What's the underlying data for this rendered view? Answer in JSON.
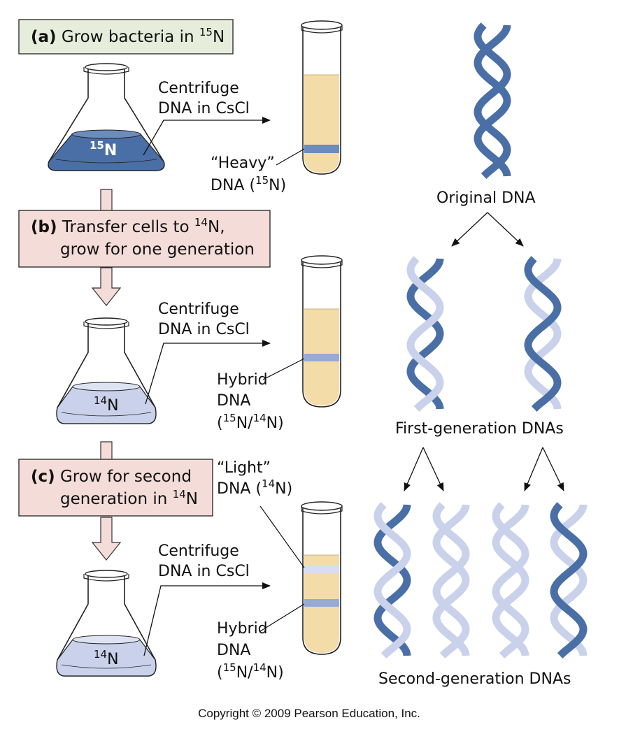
{
  "steps": {
    "a": {
      "letter": "(a)",
      "text": "Grow bacteria in ",
      "sup": "15",
      "after": "N"
    },
    "b": {
      "letter": "(b)",
      "line1": "Transfer cells to ",
      "sup": "14",
      "after": "N,",
      "line2": "grow for one generation"
    },
    "c": {
      "letter": "(c)",
      "line1": "Grow for second",
      "line2": "generation in ",
      "sup": "14",
      "after": "N"
    }
  },
  "flasks": {
    "f1": {
      "sup": "15",
      "after": "N"
    },
    "f2": {
      "sup": "14",
      "after": "N"
    },
    "f3": {
      "sup": "14",
      "after": "N"
    }
  },
  "centrifuge": {
    "line1": "Centrifuge",
    "line2": "DNA in CsCl"
  },
  "bands": {
    "heavy": {
      "line1": "“Heavy”",
      "line2": "DNA (",
      "sup": "15",
      "after": "N)"
    },
    "hybrid": {
      "line1": "Hybrid",
      "line2": "DNA",
      "open": "(",
      "sup1": "15",
      "mid": "N/",
      "sup2": "14",
      "close": "N)"
    },
    "light": {
      "line1": "“Light”",
      "line2": "DNA (",
      "sup": "14",
      "after": "N)"
    }
  },
  "dna_labels": {
    "original": "Original DNA",
    "first": "First-generation DNAs",
    "second": "Second-generation DNAs"
  },
  "colors": {
    "heavy_strand": "#4a6fa6",
    "light_strand": "#c9d2ea",
    "box_a": "#e6eedb",
    "box_bc": "#f4dcd8",
    "arrow_fill": "#f4dcd8",
    "tube_fluid": "#f4dca8"
  },
  "copyright": "Copyright © 2009 Pearson Education, Inc."
}
